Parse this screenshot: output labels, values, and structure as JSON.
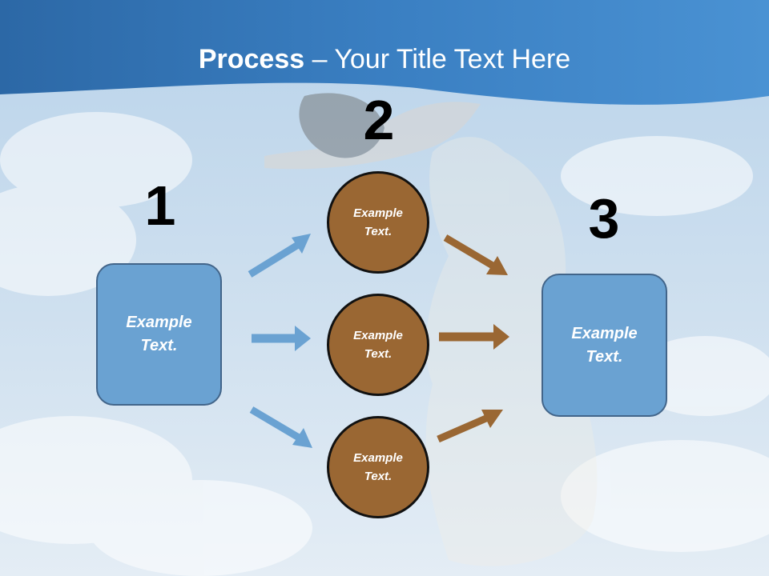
{
  "title": {
    "bold": "Process",
    "rest": " – Your Title Text Here"
  },
  "steps": [
    {
      "number": "1",
      "text": "Example\nText."
    },
    {
      "number": "2",
      "items": [
        "Example\nText.",
        "Example\nText.",
        "Example\nText."
      ]
    },
    {
      "number": "3",
      "text": "Example\nText."
    }
  ],
  "colors": {
    "header": "#2e6fad",
    "box": "#6aa2d2",
    "circle": "#9a6733",
    "arrow_blue": "#6aa2d2",
    "arrow_brown": "#9a6733"
  }
}
